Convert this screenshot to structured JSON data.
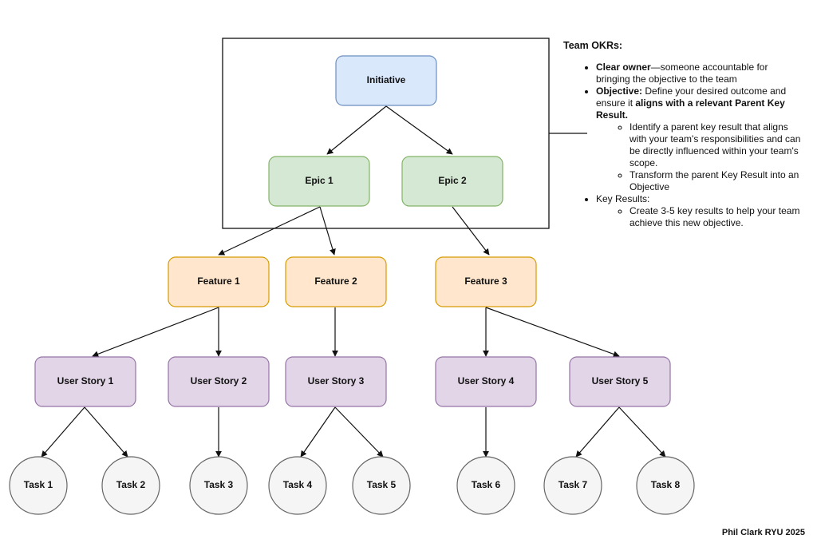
{
  "diagram": {
    "nodes": {
      "initiative": "Initiative",
      "epic1": "Epic 1",
      "epic2": "Epic 2",
      "feature1": "Feature 1",
      "feature2": "Feature 2",
      "feature3": "Feature 3",
      "story1": "User Story 1",
      "story2": "User Story 2",
      "story3": "User Story 3",
      "story4": "User Story 4",
      "story5": "User Story 5",
      "task1": "Task 1",
      "task2": "Task 2",
      "task3": "Task 3",
      "task4": "Task 4",
      "task5": "Task 5",
      "task6": "Task 6",
      "task7": "Task 7",
      "task8": "Task 8"
    },
    "colors": {
      "initiative_fill": "#dae8fc",
      "initiative_stroke": "#6c8ebf",
      "epic_fill": "#d5e8d4",
      "epic_stroke": "#82b366",
      "feature_fill": "#ffe6cc",
      "feature_stroke": "#d79b00",
      "story_fill": "#e1d5e7",
      "story_stroke": "#9673a6",
      "task_fill": "#f5f5f5",
      "task_stroke": "#666666"
    }
  },
  "okrs": {
    "title": "Team OKRs:",
    "owner_bold": "Clear owner",
    "owner_text": "—someone accountable for bringing the objective to the team",
    "objective_bold": "Objective:",
    "objective_text": " Define your desired outcome and ensure it ",
    "objective_bold2": "aligns with a relevant Parent Key Result.",
    "objective_sub1": "Identify a parent key result that aligns with your team's responsibilities and can be directly influenced within your team's scope.",
    "objective_sub2": "Transform the parent Key Result into an Objective",
    "kr_label": "Key Results:",
    "kr_sub1": "Create 3-5 key results to help your team achieve this new objective."
  },
  "footer": {
    "credit": "Phil Clark RYU 2025"
  }
}
